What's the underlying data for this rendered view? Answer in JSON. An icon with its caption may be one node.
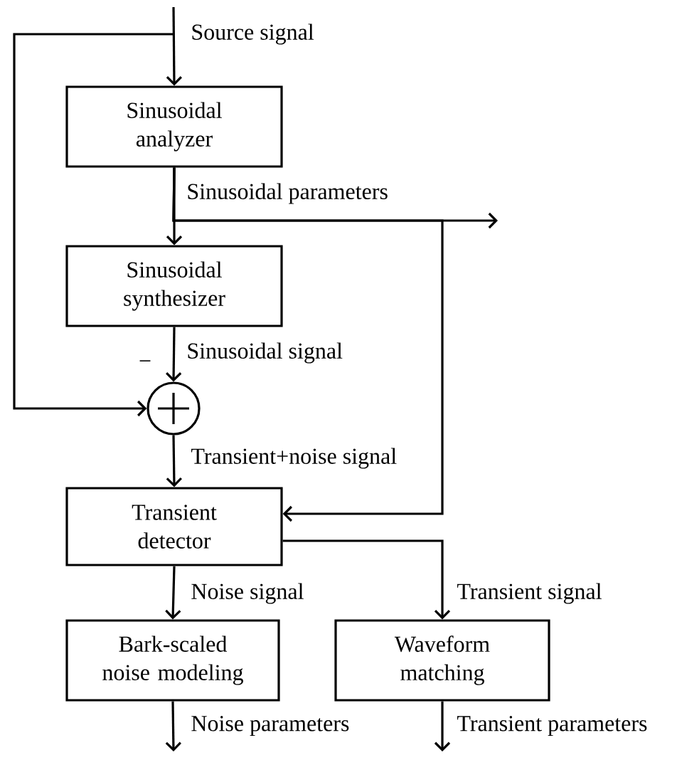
{
  "diagram": {
    "nodes": [
      {
        "text": [
          "Sinusoidal analyzer"
        ]
      },
      {
        "text": [
          "Sinusoidal synthesizer"
        ]
      },
      {
        "text": [],
        "shape": "circle"
      },
      {
        "text": [
          "Transient detector"
        ]
      },
      {
        "text": [
          "Bark-scaled noise modeling"
        ]
      },
      {
        "text": [
          "Waveform matching"
        ]
      }
    ],
    "edges": [
      {
        "from": null,
        "to": 0,
        "arrow": "to",
        "label": "Source signal"
      },
      {
        "from": null,
        "to": 2,
        "arrow": "to"
      },
      {
        "from": 0,
        "to": 1,
        "arrow": "to",
        "label": "Sinusoidal parameters"
      },
      {
        "from": 0,
        "to": null,
        "arrow": "to"
      },
      {
        "from": 0,
        "to": 3,
        "arrow": "to"
      },
      {
        "from": 1,
        "to": 2,
        "arrow": "to",
        "label": "Sinusoidal signal"
      },
      {
        "from": 2,
        "to": 3,
        "arrow": "to",
        "label": "Transient+noise signal"
      },
      {
        "from": 3,
        "to": 4,
        "arrow": "to",
        "label": "Noise signal"
      },
      {
        "from": 3,
        "to": 5,
        "arrow": "to",
        "label": "Transient signal"
      },
      {
        "from": 4,
        "to": null,
        "arrow": "to",
        "label": "Noise parameters"
      },
      {
        "from": 5,
        "to": null,
        "arrow": "to",
        "label": "Transient parameters"
      }
    ],
    "labels": [
      "−"
    ]
  }
}
